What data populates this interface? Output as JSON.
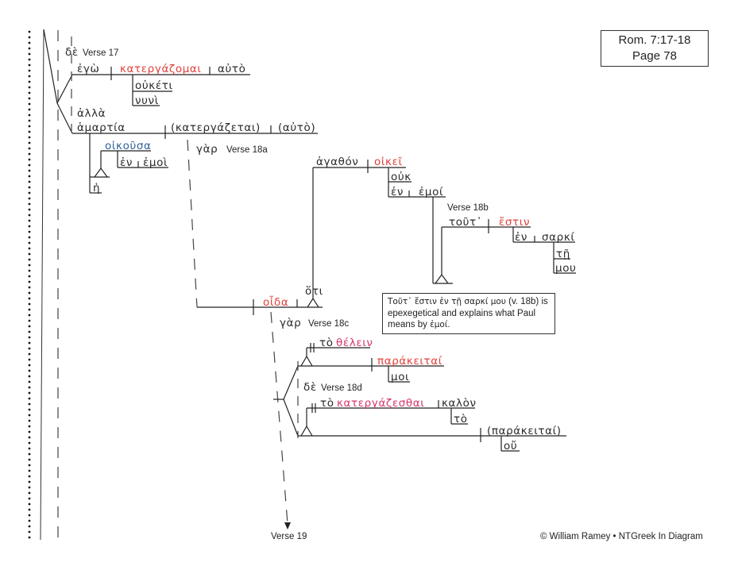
{
  "reference": {
    "passage": "Rom. 7:17-18",
    "page": "Page 78"
  },
  "colors": {
    "verb": "#e0403a",
    "infinitive": "#d6336c",
    "participle": "#2e5f9a",
    "text": "#2a2a2a"
  },
  "verse_labels": {
    "v17": "Verse 17",
    "v18a": "Verse 18a",
    "v18b": "Verse 18b",
    "v18c": "Verse 18c",
    "v18d": "Verse 18d",
    "v19": "Verse 19"
  },
  "words": {
    "de_1": "δὲ",
    "ego": "ἐγὼ",
    "katergazomai": "κατεργάζομαι",
    "auto_1": "αὐτὸ",
    "ouketi": "οὐκέτι",
    "nuni": "νυνὶ",
    "alla": "ἀλλὰ",
    "hamartia": "ἁμαρτία",
    "katergazetai": "(κατεργάζεται)",
    "auto_2": "(αὐτὸ)",
    "oikousa": "οἰκοῦσα",
    "en_1": "ἐν",
    "emoi_1": "ἐμοὶ",
    "he": "ἡ",
    "gar_1": "γὰρ",
    "agathon": "ἀγαθόν",
    "oikei": "οἰκεῖ",
    "ouk": "οὐκ",
    "en_2": "ἐν",
    "emoi_2": "ἐμοί",
    "tout": "τοῦτ᾽",
    "estin": "ἔστιν",
    "en_3": "ἐν",
    "sarki": "σαρκί",
    "te": "τῇ",
    "mou": "μου",
    "oida": "οἶδα",
    "hoti": "ὅτι",
    "gar_2": "γὰρ",
    "to_1": "τὸ",
    "thelein": "θέλειν",
    "parakeitai": "παράκειταί",
    "moi": "μοι",
    "de_2": "δὲ",
    "to_2": "τὸ",
    "katergazesthai": "κατεργάζεσθαι",
    "kalon": "καλὸν",
    "to_3": "τὸ",
    "parakeitai_2": "(παράκειταί)",
    "ou": "οὔ"
  },
  "note": {
    "greek": "Τοῦτ᾽ ἔστιν ἐν τῇ σαρκί μου",
    "text_1": " (v. 18b) is epexegetical and explains what Paul means by ",
    "greek_2": "ἐμοί",
    "text_2": "."
  },
  "footer": "© William Ramey • NTGreek In Diagram"
}
